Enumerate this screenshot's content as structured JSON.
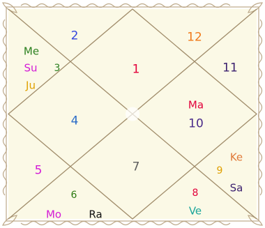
{
  "chart": {
    "background": "#fbf9e6",
    "line_color": "#a08c6a",
    "houses": [
      {
        "number": "1",
        "color": "#e2003a"
      },
      {
        "number": "2",
        "color": "#3344dd"
      },
      {
        "number": "3",
        "color": "#2a7f1e"
      },
      {
        "number": "4",
        "color": "#2b6cc8"
      },
      {
        "number": "5",
        "color": "#d31bd6"
      },
      {
        "number": "6",
        "color": "#2b7a11"
      },
      {
        "number": "7",
        "color": "#5e5e5e"
      },
      {
        "number": "8",
        "color": "#e2003a"
      },
      {
        "number": "9",
        "color": "#e0a000"
      },
      {
        "number": "10",
        "color": "#4b2c8a"
      },
      {
        "number": "11",
        "color": "#3a1f6e"
      },
      {
        "number": "12",
        "color": "#f07a1a"
      }
    ],
    "planets": [
      {
        "name": "Me",
        "color": "#2a7f1e"
      },
      {
        "name": "Su",
        "color": "#d31bd6"
      },
      {
        "name": "Ju",
        "color": "#e0a000"
      },
      {
        "name": "Ma",
        "color": "#e2003a"
      },
      {
        "name": "Ke",
        "color": "#e07a3a"
      },
      {
        "name": "Sa",
        "color": "#3a1f6e"
      },
      {
        "name": "Mo",
        "color": "#d31bd6"
      },
      {
        "name": "Ra",
        "color": "#111111"
      },
      {
        "name": "Ve",
        "color": "#1aa59a"
      }
    ]
  }
}
